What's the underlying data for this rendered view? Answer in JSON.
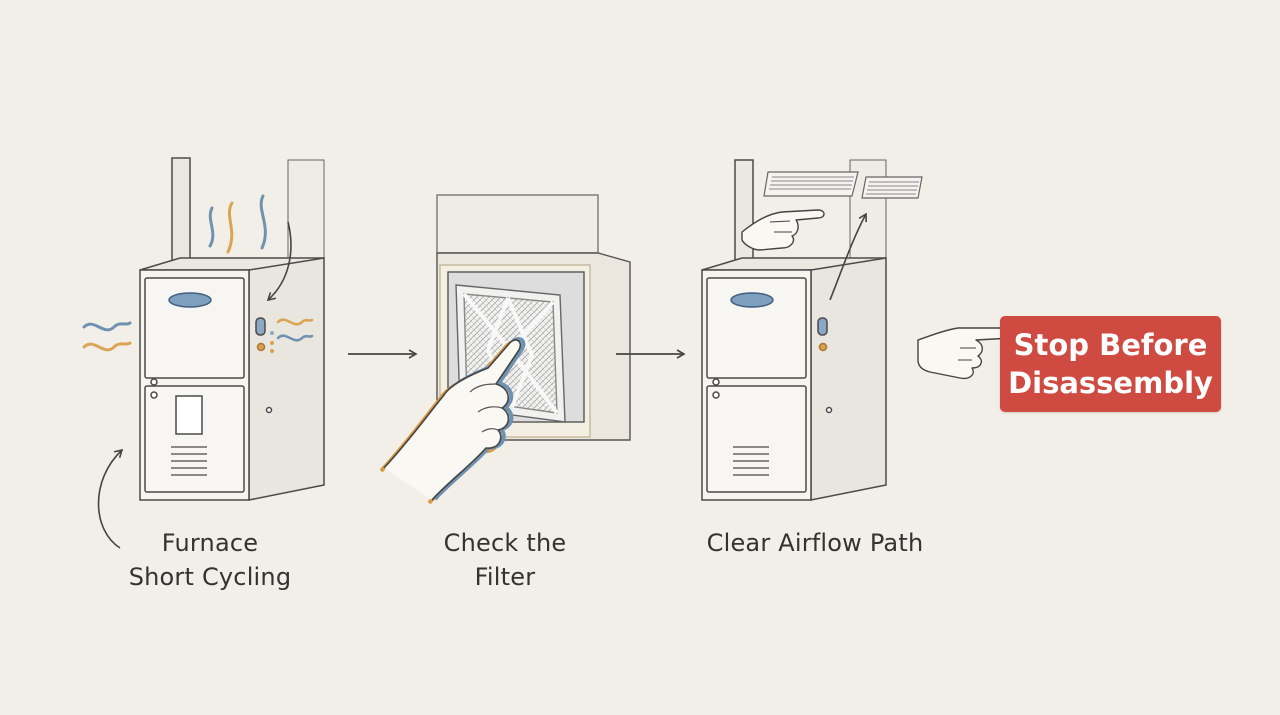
{
  "steps": [
    {
      "line1": "Furnace",
      "line2": "Short Cycling"
    },
    {
      "line1": "Check the",
      "line2": "Filter"
    },
    {
      "line1": "Clear Airflow Path",
      "line2": ""
    }
  ],
  "warning": {
    "line1": "Stop Before",
    "line2": "Disassembly",
    "color": "#cf4a40"
  },
  "colors": {
    "blue": "#6f92b0",
    "orange": "#dba455",
    "ink": "#4a4a4a",
    "background": "#f2efe8"
  },
  "icons": [
    "furnace-icon",
    "heat-wave-icon",
    "air-filter-icon",
    "pointing-hand-icon",
    "arrow-right-icon",
    "vent-grille-icon"
  ]
}
